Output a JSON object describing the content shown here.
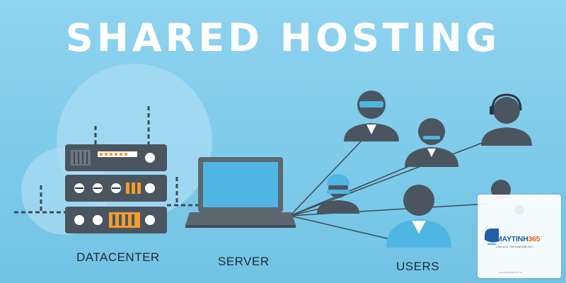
{
  "title": "SHARED HOSTING",
  "labels": {
    "datacenter": "DATACENTER",
    "server": "SERVER",
    "users": "USERS"
  },
  "logo": {
    "brand_main": "MAYTINH",
    "brand_num": "365",
    "tagline": "Chia sẻ & Thủ thuật Máy tính",
    "footer": "www.maytinh365.com.vn"
  },
  "colors": {
    "background": "#7ecbea",
    "title": "#ffffff",
    "laptop_body": "#5c6770",
    "laptop_screen": "#4fb6e3",
    "server_rack": "#4a5560",
    "server_accent": "#f29b2e",
    "user_head": "#4a5560",
    "user_highlight": "#4fb6e3"
  },
  "icons": [
    "datacenter-rack-icon",
    "laptop-icon",
    "user-icon",
    "headset-user-icon",
    "hardhat-user-icon",
    "monitor-logo-icon"
  ]
}
